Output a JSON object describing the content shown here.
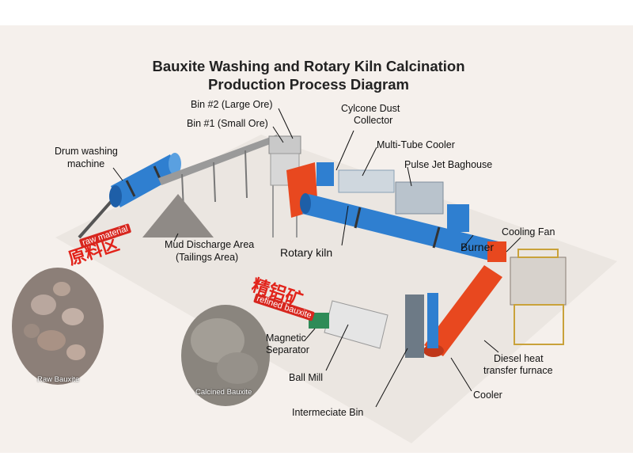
{
  "title": {
    "line1": "Bauxite Washing and Rotary Kiln Calcination",
    "line2": "Production Process Diagram"
  },
  "labels": {
    "bin2": "Bin #2 (Large Ore)",
    "bin1": "Bin #1 (Small Ore)",
    "drum_washer_1": "Drum washing",
    "drum_washer_2": "machine",
    "cyclone_1": "Cylcone Dust",
    "cyclone_2": "Collector",
    "multi_tube_cooler": "Multi-Tube Cooler",
    "pulse_jet": "Pulse Jet Baghouse",
    "mud_discharge_1": "Mud Discharge Area",
    "mud_discharge_2": "(Tailings Area)",
    "rotary_kiln": "Rotary kiln",
    "burner": "Burner",
    "cooling_fan": "Cooling Fan",
    "magnetic_1": "Magnetic",
    "magnetic_2": "Separator",
    "ball_mill": "Ball Mill",
    "intermediate_bin": "Intermeciate Bin",
    "cooler": "Cooler",
    "diesel_1": "Diesel heat",
    "diesel_2": "transfer furnace"
  },
  "stamps": {
    "raw_cn": "原料区",
    "raw_en": "raw material",
    "refined_cn": "精铝矿",
    "refined_en": "refined bauxite"
  },
  "samples": {
    "raw": "Raw Bauxite",
    "calcined": "Calcined Bauxite"
  },
  "colors": {
    "accent_blue": "#2f7fd0",
    "accent_red": "#e8481f",
    "stamp_red": "#d7261e"
  }
}
